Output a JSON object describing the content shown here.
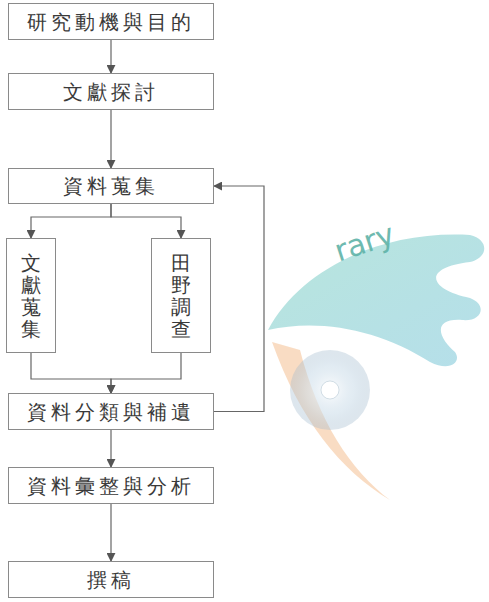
{
  "diagram": {
    "nodes": [
      {
        "text": [
          "研究動機與目的"
        ]
      },
      {
        "text": [
          "文獻探討"
        ]
      },
      {
        "text": [
          "資料蒐集"
        ]
      },
      {
        "text": [
          "文獻蒐集"
        ]
      },
      {
        "text": [
          "田野調查"
        ]
      },
      {
        "text": [
          "資料分類與補遺"
        ]
      },
      {
        "text": [
          "資料彙整與分析"
        ]
      },
      {
        "text": [
          "撰稿"
        ]
      }
    ],
    "edges": [
      {
        "from": 0,
        "to": 1,
        "arrow": "to"
      },
      {
        "from": 1,
        "to": 2,
        "arrow": "to"
      },
      {
        "from": 2,
        "to": 3,
        "arrow": "to"
      },
      {
        "from": 2,
        "to": 4,
        "arrow": "to"
      },
      {
        "from": 3,
        "to": 5,
        "arrow": "to"
      },
      {
        "from": 4,
        "to": 5,
        "arrow": "to"
      },
      {
        "from": 5,
        "to": 2,
        "arrow": "to"
      },
      {
        "from": 5,
        "to": 6,
        "arrow": "to"
      },
      {
        "from": 6,
        "to": 7,
        "arrow": "to"
      }
    ],
    "labels": [
      "rary"
    ]
  }
}
